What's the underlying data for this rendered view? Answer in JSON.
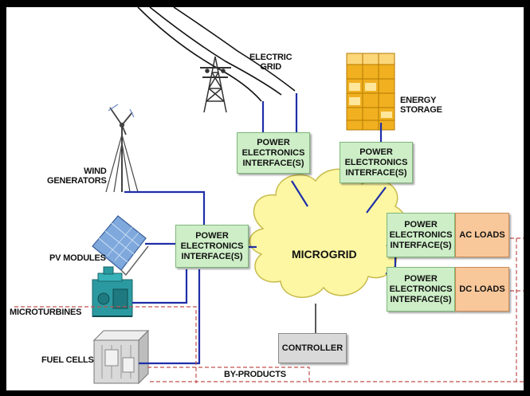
{
  "labels": {
    "electric_grid": [
      "ELECTRIC",
      "GRID"
    ],
    "energy_storage": [
      "ENERGY",
      "STORAGE"
    ],
    "wind_generators": [
      "WIND",
      "GENERATORS"
    ],
    "pv_modules": "PV MODULES",
    "microturbines": "MICROTURBINES",
    "fuel_cells": "FUEL CELLS",
    "by_products": "BY-PRODUCTS",
    "microgrid": "MICROGRID",
    "controller": "CONTROLLER"
  },
  "interfaces": {
    "line1": "POWER",
    "line2": "ELECTRONICS",
    "line3": "INTERFACE(S)"
  },
  "loads": {
    "ac": "AC LOADS",
    "dc": "DC LOADS"
  },
  "colors": {
    "power_line": "#1f2fa8",
    "byproduct_line": "#c0504d",
    "interface_fill": "#cdeec7",
    "load_fill": "#f8c79a",
    "cloud_fill": "#fdf7a3",
    "controller_fill": "#d9d9d9"
  },
  "icons": [
    "transmission-tower-icon",
    "energy-storage-icon",
    "wind-turbine-icon",
    "solar-panel-icon",
    "microturbine-icon",
    "fuel-cell-icon"
  ]
}
